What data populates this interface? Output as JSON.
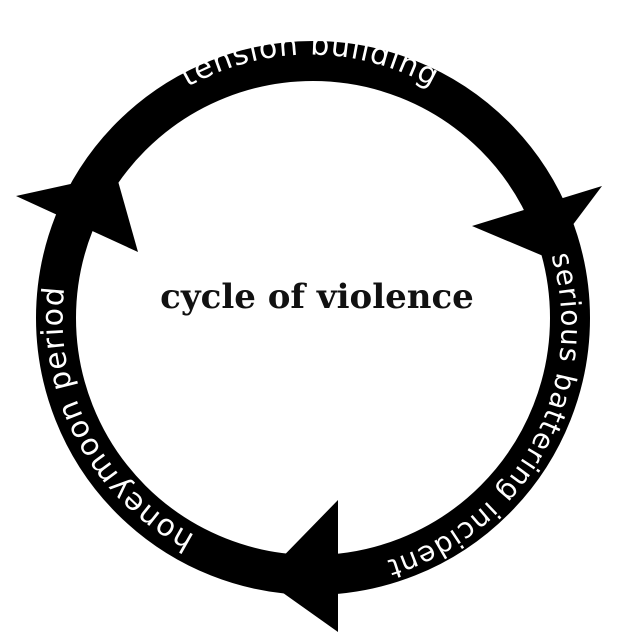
{
  "diagram": {
    "title": "cycle of violence",
    "stages": [
      {
        "label": "tension building"
      },
      {
        "label": "serious battering incident"
      },
      {
        "label": "honeymoon period"
      }
    ],
    "colors": {
      "ring": "#000000",
      "ring_text": "#ffffff",
      "title": "#111111",
      "background": "#ffffff"
    }
  }
}
